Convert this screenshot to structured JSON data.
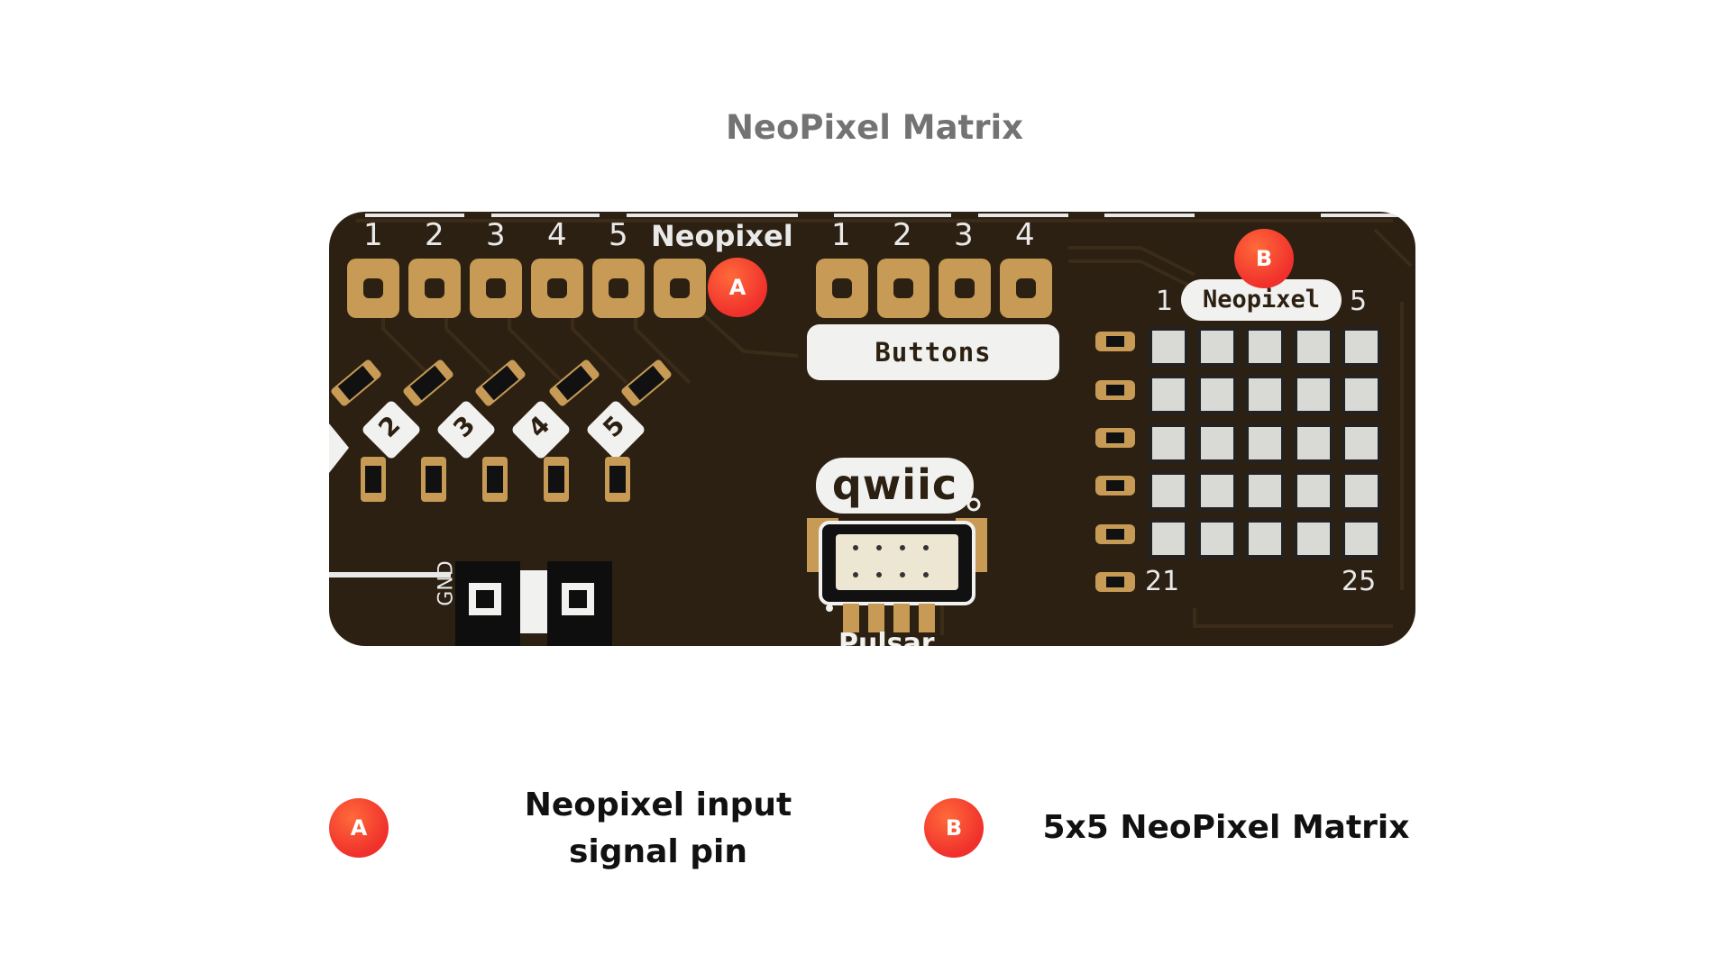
{
  "title": "NeoPixel Matrix",
  "board": {
    "header_left": {
      "numbers": [
        "1",
        "2",
        "3",
        "4",
        "5"
      ],
      "neopixel_label": "Neopixel"
    },
    "header_right": {
      "numbers": [
        "1",
        "2",
        "3",
        "4"
      ]
    },
    "buttons_label": "Buttons",
    "button_marks": [
      "2",
      "3",
      "4",
      "5"
    ],
    "qwiic_label": "qwiic",
    "pulsar_label": "Pulsar",
    "gnd_label": "GND",
    "matrix": {
      "label": "Neopixel",
      "corner_top_left": "1",
      "corner_top_right": "5",
      "corner_bottom_left": "21",
      "corner_bottom_right": "25",
      "rows": 5,
      "cols": 5
    },
    "colors": {
      "pcb": "#2c2012",
      "gold": "#c79a55",
      "silk": "#e9e9e9",
      "badge": "#f0302c"
    }
  },
  "markers": [
    {
      "id": "A",
      "label": "A"
    },
    {
      "id": "B",
      "label": "B"
    }
  ],
  "legend": [
    {
      "marker": "A",
      "text": "Neopixel input signal pin"
    },
    {
      "marker": "B",
      "text": "5x5 NeoPixel Matrix"
    }
  ]
}
